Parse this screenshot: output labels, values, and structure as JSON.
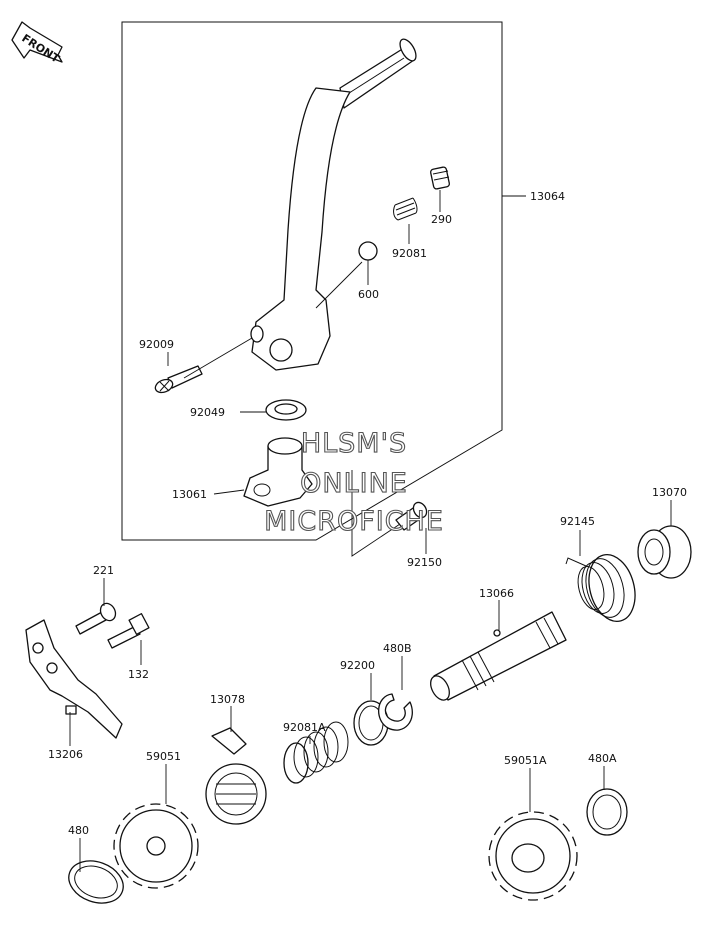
{
  "front_badge": "FRONT",
  "watermark": [
    "HLSM'S",
    "ONLINE",
    "MICROFICHE"
  ],
  "parts": {
    "p13064": "13064",
    "p290": "290",
    "p92081": "92081",
    "p600": "600",
    "p92009": "92009",
    "p92049": "92049",
    "p13061": "13061",
    "p92150": "92150",
    "p221": "221",
    "p132": "132",
    "p13206": "13206",
    "p92145": "92145",
    "p13070": "13070",
    "p13066": "13066",
    "p92200": "92200",
    "p480B": "480B",
    "p13078": "13078",
    "p92081A": "92081A",
    "p59051": "59051",
    "p480": "480",
    "p59051A": "59051A",
    "p480A": "480A"
  }
}
